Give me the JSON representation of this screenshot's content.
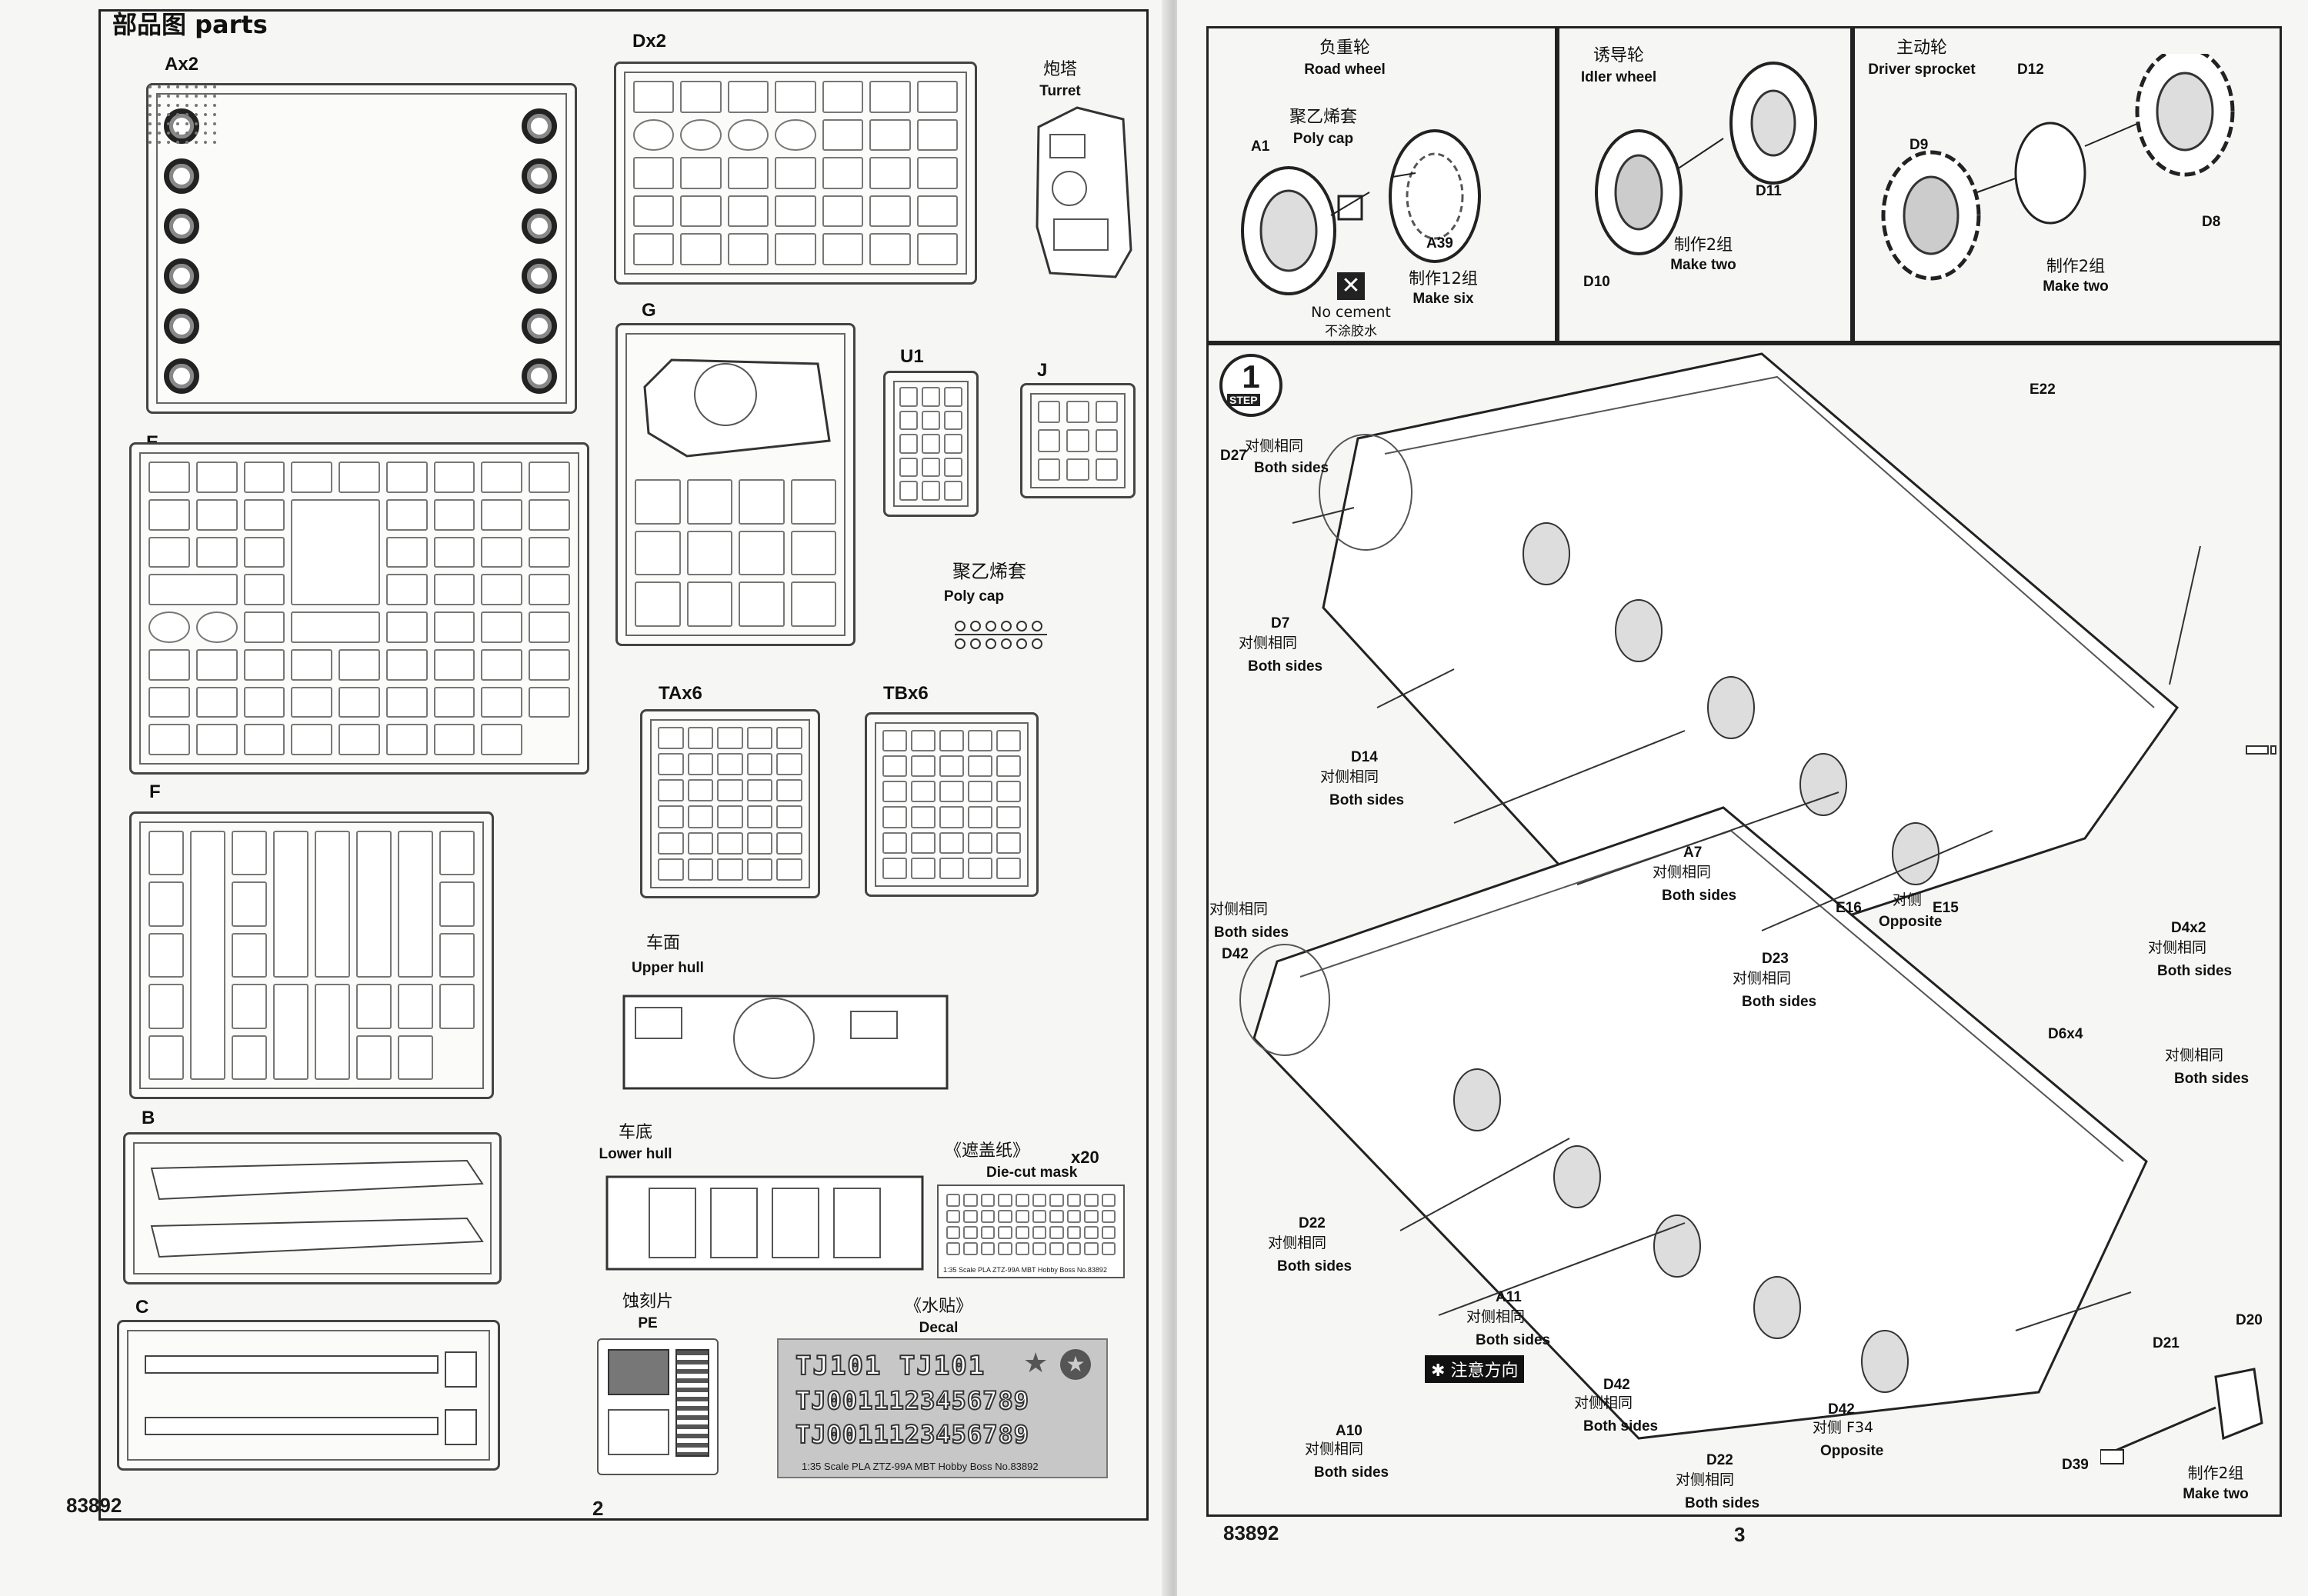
{
  "left_page": {
    "heading": "部品图 parts",
    "page_number": "2",
    "kit_number": "83892",
    "sprues": {
      "A": "Ax2",
      "D": "Dx2",
      "E": "E",
      "F": "F",
      "B": "B",
      "C": "C",
      "G": "G",
      "U": "U1",
      "J": "J",
      "TA": "TAx6",
      "TB": "TBx6"
    },
    "turret": {
      "cn": "炮塔",
      "en": "Turret"
    },
    "poly_cap": {
      "cn": "聚乙烯套",
      "en": "Poly cap"
    },
    "upper_hull": {
      "cn": "车面",
      "en": "Upper hull"
    },
    "lower_hull": {
      "cn": "车底",
      "en": "Lower hull"
    },
    "mask": {
      "cn": "《遮盖纸》",
      "qty": "x20",
      "en": "Die-cut mask",
      "caption": "1:35 Scale  PLA ZTZ-99A MBT   Hobby Boss No.83892"
    },
    "pe": {
      "cn": "蚀刻片",
      "en": "PE"
    },
    "decal": {
      "cn": "《水贴》",
      "en": "Decal",
      "row1": "TJ101  TJ101",
      "row2": "TJ0011123456789",
      "row3": "TJ0011123456789",
      "caption": "1:35  Scale    PLA  ZTZ-99A  MBT     Hobby  Boss  No.83892"
    }
  },
  "right_page": {
    "page_number": "3",
    "kit_number": "83892",
    "box_road_wheel": {
      "title_cn": "负重轮",
      "title_en": "Road wheel",
      "poly_cn": "聚乙烯套",
      "poly_en": "Poly cap",
      "part_a1": "A1",
      "part_a39": "A39",
      "make_cn": "制作12组",
      "make_en": "Make six",
      "no_cement_en": "No cement",
      "no_cement_cn": "不涂胶水"
    },
    "box_idler_wheel": {
      "title_cn": "诱导轮",
      "title_en": "Idler wheel",
      "part_d11": "D11",
      "part_d10": "D10",
      "make_cn": "制作2组",
      "make_en": "Make two"
    },
    "box_driver_sprocket": {
      "title_cn": "主动轮",
      "title_en": "Driver sprocket",
      "part_d12": "D12",
      "part_d9": "D9",
      "part_d8": "D8",
      "make_cn": "制作2组",
      "make_en": "Make two"
    },
    "step": {
      "number": "1",
      "word": "STEP"
    },
    "callouts": {
      "d27": "D27",
      "d27_cn": "对侧相同",
      "d27_en": "Both sides",
      "d7": "D7",
      "d7_cn": "对侧相同",
      "d7_en": "Both sides",
      "d14": "D14",
      "d14_cn": "对侧相同",
      "d14_en": "Both sides",
      "a7": "A7",
      "a7_cn": "对侧相同",
      "a7_en": "Both sides",
      "e16": "E16",
      "e15": "E15",
      "opp_cn": "对侧",
      "opp_en": "Opposite",
      "d23": "D23",
      "d23_cn": "对侧相同",
      "d23_en": "Both sides",
      "e22": "E22",
      "d4": "D4x2",
      "d4_cn": "对侧相同",
      "d4_en": "Both sides",
      "top_left_cn": "对侧相同",
      "top_left_en": "Both sides",
      "d42_a": "D42",
      "d6": "D6x4",
      "right_cn": "对侧相同",
      "right_en": "Both sides",
      "d22_a": "D22",
      "d22_a_cn": "对侧相同",
      "d22_a_en": "Both sides",
      "a11": "A11",
      "a11_cn": "对侧相同",
      "a11_en": "Both sides",
      "attention": "注意方向",
      "d42_b": "D42",
      "d42_b_cn": "对侧相同",
      "d42_b_en": "Both sides",
      "a10": "A10",
      "a10_cn": "对侧相同",
      "a10_en": "Both sides",
      "d22_b": "D22",
      "d22_b_cn": "对侧相同",
      "d22_b_en": "Both sides",
      "d42_c": "D42",
      "f34": "对侧 F34",
      "f34_en": "Opposite",
      "d21": "D21",
      "d20": "D20",
      "d39": "D39",
      "make_cn": "制作2组",
      "make_en": "Make two"
    }
  }
}
